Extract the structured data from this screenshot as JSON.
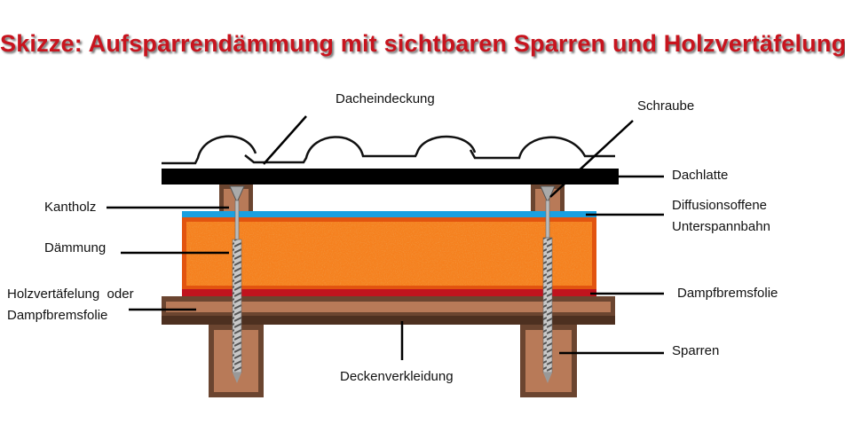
{
  "title": "Skizze: Aufsparrendämmung mit sichtbaren Sparren und Holzvertäfelung",
  "labels": {
    "dacheindeckung": "Dacheindeckung",
    "schraube": "Schraube",
    "dachlatte": "Dachlatte",
    "kantholz": "Kantholz",
    "diffusion_line1": "Diffusionsoffene",
    "diffusion_line2": "Unterspannbahn",
    "daemmung": "Dämmung",
    "holz_line1": "Holzvertäfelung  oder",
    "holz_line2": "Dampfbremsfolie",
    "dampfbremsfolie": "Dampfbremsfolie",
    "deckenverkleidung": "Deckenverkleidung",
    "sparren": "Sparren"
  },
  "colors": {
    "title": "#c8141e",
    "membrane_blue": "#1aa0e0",
    "insulation": "#f5801e",
    "insulation_dark": "#e2540f",
    "vapor_barrier": "#c0141e",
    "wood_light": "#b87a58",
    "wood_dark": "#6b4530"
  }
}
